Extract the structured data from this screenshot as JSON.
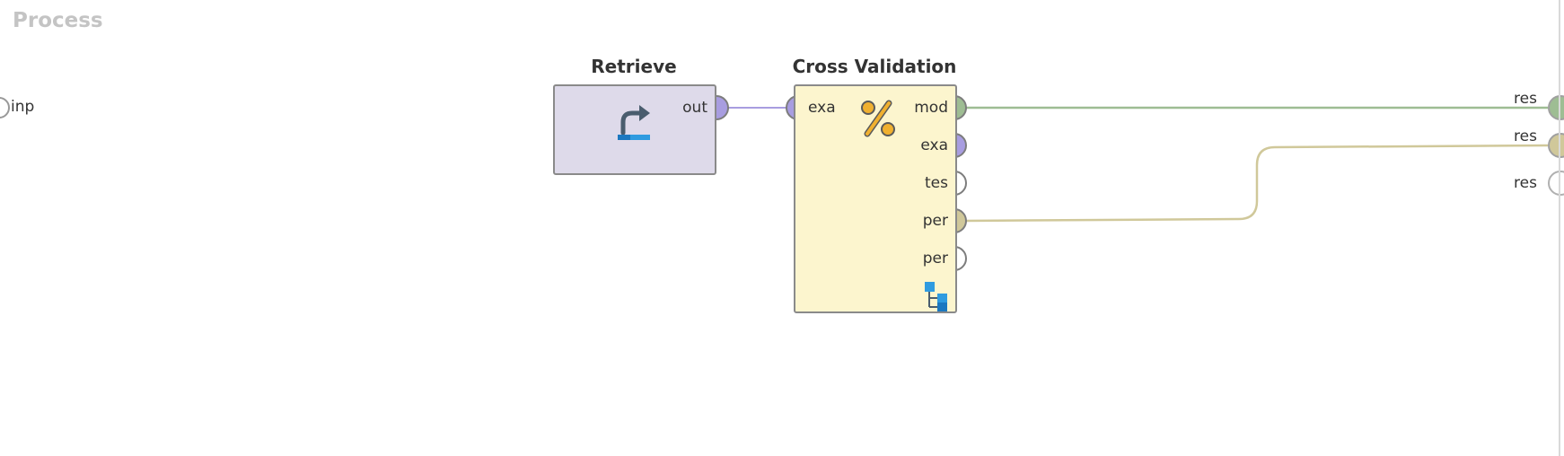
{
  "process": {
    "title": "Process",
    "input_port": "inp",
    "result_ports": [
      "res",
      "res",
      "res"
    ]
  },
  "operators": {
    "retrieve": {
      "title": "Retrieve",
      "icon": "retrieve-arrow-icon",
      "out_port": "out"
    },
    "cross_validation": {
      "title": "Cross Validation",
      "icon": "percent-icon",
      "subprocess_icon": "subprocess-tree-icon",
      "in_port": "exa",
      "out_ports": [
        "mod",
        "exa",
        "tes",
        "per",
        "per"
      ]
    }
  },
  "colors": {
    "example_set": "#a89de0",
    "model": "#9ebd93",
    "performance": "#d0c89a",
    "retrieve_fill": "#dedaea",
    "cross_validation_fill": "#fcf5ce",
    "process_title": "#c4c4c4"
  }
}
